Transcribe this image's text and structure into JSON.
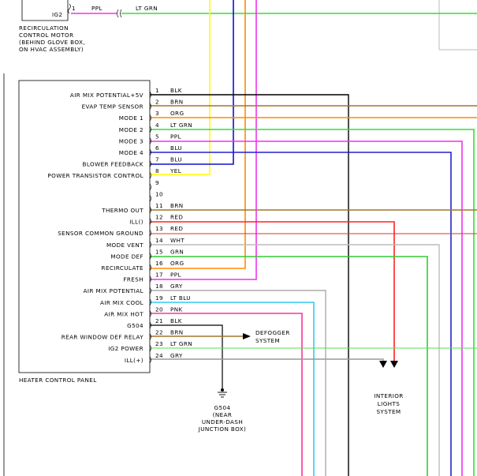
{
  "recirc_motor": {
    "pin_label": "IG2",
    "pin_number": "1",
    "wire_color": "PPL",
    "connector_wire_color": "LT GRN",
    "caption": [
      "RECIRCULATION",
      "CONTROL MOTOR",
      "(BEHIND GLOVE BOX,",
      "ON HVAC ASSEMBLY)"
    ]
  },
  "panel": {
    "caption": "HEATER CONTROL PANEL",
    "pins": [
      {
        "num": "1",
        "label": "AIR MIX POTENTIAL+5V",
        "wire": "BLK",
        "color": "#000000"
      },
      {
        "num": "2",
        "label": "EVAP TEMP SENSOR",
        "wire": "BRN",
        "color": "#a0762a"
      },
      {
        "num": "3",
        "label": "MODE 1",
        "wire": "ORG",
        "color": "#ff8c00"
      },
      {
        "num": "4",
        "label": "MODE 2",
        "wire": "LT GRN",
        "color": "#33dd33"
      },
      {
        "num": "5",
        "label": "MODE 3",
        "wire": "PPL",
        "color": "#ee33ee"
      },
      {
        "num": "6",
        "label": "MODE 4",
        "wire": "BLU",
        "color": "#2222cc"
      },
      {
        "num": "7",
        "label": "BLOWER FEEDBACK",
        "wire": "BLU",
        "color": "#1111cc"
      },
      {
        "num": "8",
        "label": "POWER TRANSISTOR CONTROL",
        "wire": "YEL",
        "color": "#ffff00"
      },
      {
        "num": "9",
        "label": "",
        "wire": "",
        "color": ""
      },
      {
        "num": "10",
        "label": "",
        "wire": "",
        "color": ""
      },
      {
        "num": "11",
        "label": "THERMO OUT",
        "wire": "BRN",
        "color": "#a0762a"
      },
      {
        "num": "12",
        "label": "ILL()",
        "wire": "RED",
        "color": "#ff2222"
      },
      {
        "num": "13",
        "label": "SENSOR COMMON GROUND",
        "wire": "RED",
        "color": "#dd3333"
      },
      {
        "num": "14",
        "label": "MODE VENT",
        "wire": "WHT",
        "color": "#bbbbbb"
      },
      {
        "num": "15",
        "label": "MODE DEF",
        "wire": "GRN",
        "color": "#33cc33"
      },
      {
        "num": "16",
        "label": "RECIRCULATE",
        "wire": "ORG",
        "color": "#ff8c00"
      },
      {
        "num": "17",
        "label": "FRESH",
        "wire": "PPL",
        "color": "#ee33ee"
      },
      {
        "num": "18",
        "label": "AIR MIX POTENTIAL",
        "wire": "GRY",
        "color": "#aaaaaa"
      },
      {
        "num": "19",
        "label": "AIR MIX COOL",
        "wire": "LT BLU",
        "color": "#33ccee"
      },
      {
        "num": "20",
        "label": "AIR MIX HOT",
        "wire": "PNK",
        "color": "#ff3399"
      },
      {
        "num": "21",
        "label": "G504",
        "wire": "BLK",
        "color": "#000000"
      },
      {
        "num": "22",
        "label": "REAR WINDOW DEF RELAY",
        "wire": "BRN",
        "color": "#a0762a"
      },
      {
        "num": "23",
        "label": "IG2 POWER",
        "wire": "LT GRN",
        "color": "#55dd55"
      },
      {
        "num": "24",
        "label": "ILL(+)",
        "wire": "GRY",
        "color": "#999999"
      }
    ]
  },
  "defogger": [
    "DEFOGGER",
    "SYSTEM"
  ],
  "ground": [
    "G504",
    "(NEAR",
    "UNDER-DASH",
    "JUNCTION BOX)"
  ],
  "interior_lights": [
    "INTERIOR",
    "LIGHTS",
    "SYSTEM"
  ]
}
